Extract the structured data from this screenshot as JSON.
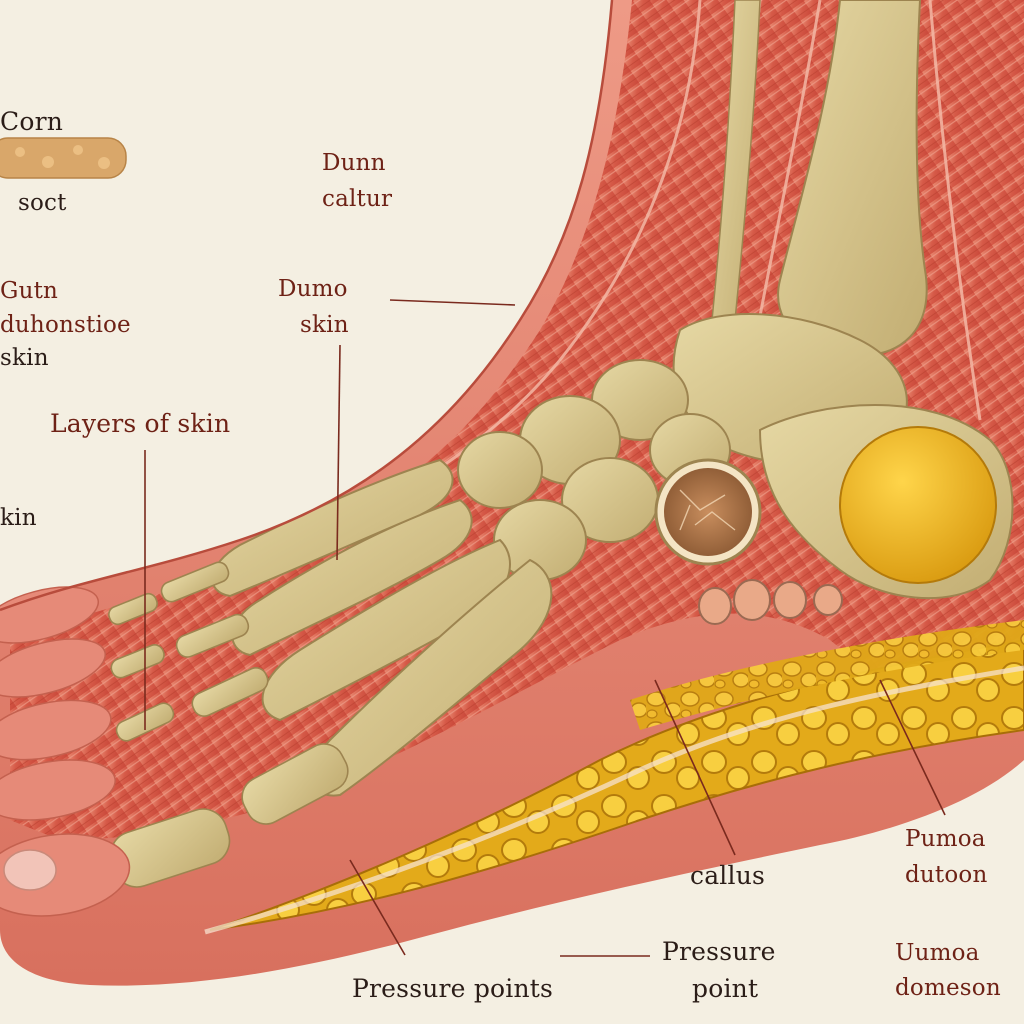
{
  "labels": {
    "corn": "Corn",
    "soct": "soct",
    "dunn": "Dunn",
    "caltur": "caltur",
    "dumo": "Dumo",
    "dumo_skin": "skin",
    "gutn": "Gutn",
    "duhonstioe": "duhonstioe",
    "left_skin": "skin",
    "layers_of_skin": "Layers of skin",
    "kin": "kin",
    "callus": "callus",
    "pumoa": "Pumoa",
    "dutoon": "dutoon",
    "pressure_points": "Pressure points",
    "pressure": "Pressure",
    "point": "point",
    "uumoa": "Uumoa",
    "domeson": "domeson"
  },
  "colors": {
    "background": "#f4efe2",
    "label_text": "#6e2216",
    "leader_line": "#7a2a1e",
    "skin": "#e57c6a",
    "muscle": "#d95f4c",
    "bone": "#d8c68e",
    "fat": "#e6b21c"
  }
}
